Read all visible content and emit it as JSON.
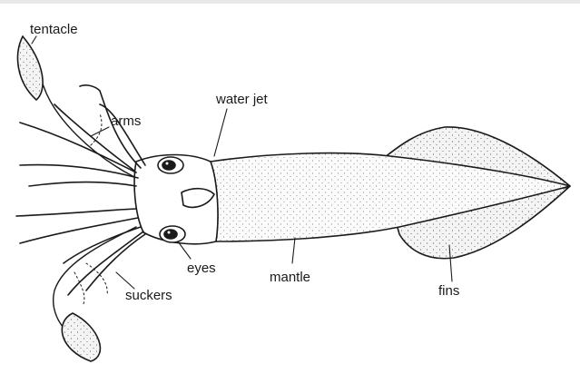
{
  "diagram": {
    "labels": {
      "tentacle": "tentacle",
      "arms": "arms",
      "water_jet": "water jet",
      "eyes": "eyes",
      "mantle": "mantle",
      "fins": "fins",
      "suckers": "suckers"
    },
    "colors": {
      "ink": "#1a1a1a",
      "paper": "#ffffff",
      "fin_fill": "#f4f4f4",
      "body_fill": "#fbfbfb"
    }
  }
}
